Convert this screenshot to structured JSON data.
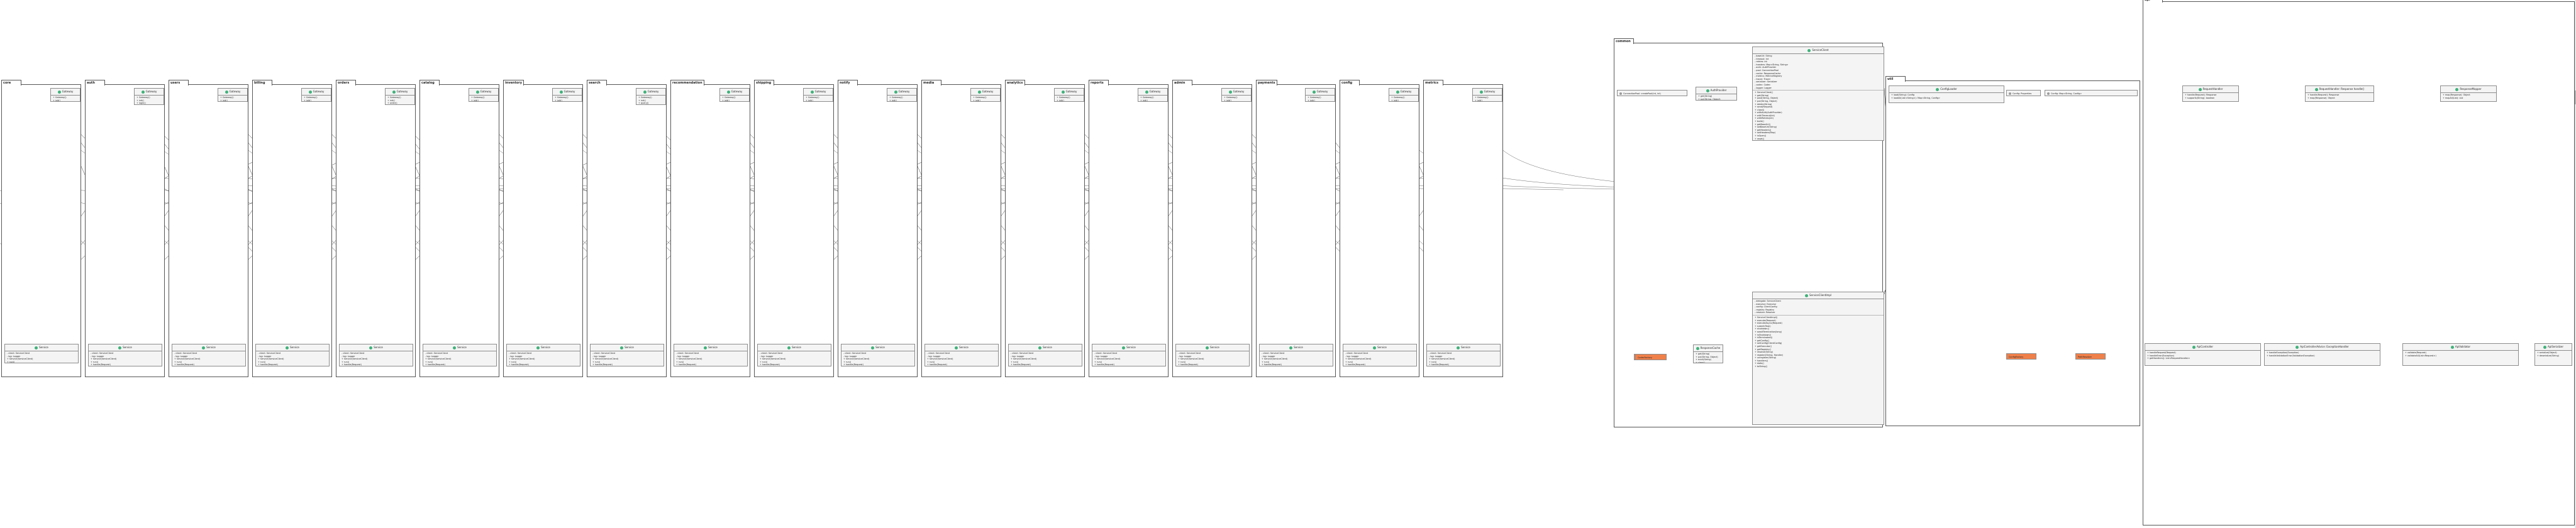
{
  "diagram": {
    "module_packages": [
      {
        "name": "core",
        "gateway": "Gateway",
        "gateway_lines": [
          "+ Gateway()",
          "+ init()"
        ],
        "service": "Service",
        "service_lines": [
          "- client: ServiceClient",
          "- log: Logger",
          "+ Service(ServiceClient)",
          "+ run()"
        ]
      },
      {
        "name": "auth",
        "gateway": "Gateway",
        "gateway_lines": [
          "+ Gateway()",
          "+ init()",
          "+ login()"
        ],
        "service": "Service",
        "service_lines": [
          "- client: ServiceClient",
          "- log: Logger",
          "+ Service(ServiceClient)",
          "+ run()",
          "+ handle(Request)"
        ]
      },
      {
        "name": "users",
        "gateway": "Gateway",
        "gateway_lines": [
          "+ Gateway()",
          "+ init()"
        ],
        "service": "Service",
        "service_lines": [
          "- client: ServiceClient",
          "- log: Logger",
          "+ Service(ServiceClient)",
          "+ run()",
          "+ handle(Request)"
        ]
      },
      {
        "name": "billing",
        "gateway": "Gateway",
        "gateway_lines": [
          "+ Gateway()",
          "+ init()"
        ],
        "service": "Service",
        "service_lines": [
          "- client: ServiceClient",
          "- log: Logger",
          "+ Service(ServiceClient)",
          "+ run()",
          "+ handle(Request)"
        ]
      },
      {
        "name": "orders",
        "gateway": "Gateway",
        "gateway_lines": [
          "+ Gateway()",
          "+ init()",
          "+ order()"
        ],
        "service": "Service",
        "service_lines": [
          "- client: ServiceClient",
          "- log: Logger",
          "+ Service(ServiceClient)",
          "+ run()",
          "+ handle(Request)"
        ]
      },
      {
        "name": "catalog",
        "gateway": "Gateway",
        "gateway_lines": [
          "+ Gateway()",
          "+ init()"
        ],
        "service": "Service",
        "service_lines": [
          "- client: ServiceClient",
          "- log: Logger",
          "+ Service(ServiceClient)",
          "+ run()",
          "+ handle(Request)"
        ]
      },
      {
        "name": "inventory",
        "gateway": "Gateway",
        "gateway_lines": [
          "+ Gateway()",
          "+ init()"
        ],
        "service": "Service",
        "service_lines": [
          "- client: ServiceClient",
          "- log: Logger",
          "+ Service(ServiceClient)",
          "+ run()",
          "+ handle(Request)"
        ]
      },
      {
        "name": "search",
        "gateway": "Gateway",
        "gateway_lines": [
          "+ Gateway()",
          "+ init()",
          "+ query()"
        ],
        "service": "Service",
        "service_lines": [
          "- client: ServiceClient",
          "- log: Logger",
          "+ Service(ServiceClient)",
          "+ run()",
          "+ handle(Request)"
        ]
      },
      {
        "name": "recommendation",
        "gateway": "Gateway",
        "gateway_lines": [
          "+ Gateway()",
          "+ init()"
        ],
        "service": "Service",
        "service_lines": [
          "- client: ServiceClient",
          "- log: Logger",
          "+ Service(ServiceClient)",
          "+ run()",
          "+ handle(Request)"
        ]
      },
      {
        "name": "shipping",
        "gateway": "Gateway",
        "gateway_lines": [
          "+ Gateway()",
          "+ init()"
        ],
        "service": "Service",
        "service_lines": [
          "- client: ServiceClient",
          "- log: Logger",
          "+ Service(ServiceClient)",
          "+ run()",
          "+ handle(Request)"
        ]
      },
      {
        "name": "notify",
        "gateway": "Gateway",
        "gateway_lines": [
          "+ Gateway()",
          "+ init()"
        ],
        "service": "Service",
        "service_lines": [
          "- client: ServiceClient",
          "- log: Logger",
          "+ Service(ServiceClient)",
          "+ run()",
          "+ handle(Request)"
        ]
      },
      {
        "name": "media",
        "gateway": "Gateway",
        "gateway_lines": [
          "+ Gateway()",
          "+ init()"
        ],
        "service": "Service",
        "service_lines": [
          "- client: ServiceClient",
          "- log: Logger",
          "+ Service(ServiceClient)",
          "+ run()",
          "+ handle(Request)"
        ]
      },
      {
        "name": "analytics",
        "gateway": "Gateway",
        "gateway_lines": [
          "+ Gateway()",
          "+ init()"
        ],
        "service": "Service",
        "service_lines": [
          "- client: ServiceClient",
          "- log: Logger",
          "+ Service(ServiceClient)",
          "+ run()",
          "+ handle(Request)"
        ]
      },
      {
        "name": "reports",
        "gateway": "Gateway",
        "gateway_lines": [
          "+ Gateway()",
          "+ init()"
        ],
        "service": "Service",
        "service_lines": [
          "- client: ServiceClient",
          "- log: Logger",
          "+ Service(ServiceClient)",
          "+ run()",
          "+ handle(Request)"
        ]
      },
      {
        "name": "admin",
        "gateway": "Gateway",
        "gateway_lines": [
          "+ Gateway()",
          "+ init()"
        ],
        "service": "Service",
        "service_lines": [
          "- client: ServiceClient",
          "- log: Logger",
          "+ Service(ServiceClient)",
          "+ run()",
          "+ handle(Request)"
        ]
      },
      {
        "name": "payments",
        "gateway": "Gateway",
        "gateway_lines": [
          "+ Gateway()",
          "+ init()"
        ],
        "service": "Service",
        "service_lines": [
          "- client: ServiceClient",
          "- log: Logger",
          "+ Service(ServiceClient)",
          "+ run()",
          "+ handle(Request)"
        ]
      },
      {
        "name": "config",
        "gateway": "Gateway",
        "gateway_lines": [
          "+ Gateway()",
          "+ init()"
        ],
        "service": "Service",
        "service_lines": [
          "- client: ServiceClient",
          "- log: Logger",
          "+ Service(ServiceClient)",
          "+ run()",
          "+ handle(Request)"
        ]
      },
      {
        "name": "metrics",
        "gateway": "Gateway",
        "gateway_lines": [
          "+ Gateway()",
          "+ init()"
        ],
        "service": "Service",
        "service_lines": [
          "- client: ServiceClient",
          "- log: Logger",
          "+ Service(ServiceClient)",
          "+ run()",
          "+ handle(Request)"
        ]
      }
    ],
    "common_package": {
      "name": "common",
      "hub_class": "ServiceClient",
      "hub_lines": [
        "- baseUrl: String",
        "- timeout: int",
        "- retries: int",
        "- headers: Map<String, String>",
        "- auth: AuthProvider",
        "- pool: ConnectionPool",
        "- cache: ResponseCache",
        "- metrics: MetricsRegistry",
        "- tracer: Tracer",
        "- serializer: Serializer",
        "- codec: Codec",
        "- logger: Logger",
        "+ ServiceClient()",
        "+ get(String)",
        "+ post(String, Object)",
        "+ put(String, Object)",
        "+ delete(String)",
        "+ send(Request)",
        "+ close()",
        "+ withAuth(AuthProvider)",
        "+ withTimeout(int)",
        "+ withRetries(int)",
        "+ build()",
        "+ getBaseUrl()",
        "+ setBaseUrl(String)",
        "+ getHeaders()",
        "+ setHeaders(Map)",
        "+ isOpen()",
        "+ reset()",
        "+ ping()"
      ],
      "impl_class": "ServiceClientImpl",
      "impl_lines": [
        "- delegate: ServiceClient",
        "- executor: Executor",
        "- config: ClientConfig",
        "- registry: Registry",
        "- resolver: Resolver",
        "+ ServiceClientImpl()",
        "+ execute(Request)",
        "+ executeAsync(Request)",
        "+ submit(Task)",
        "+ shutdown()",
        "+ awaitTermination(long)",
        "+ isShutdown()",
        "+ isTerminated()",
        "+ getConfig()",
        "+ setConfig(ClientConfig)",
        "+ getExecutor()",
        "+ getRegistry()",
        "+ resolve(String)",
        "+ register(String, Handler)",
        "+ unregister(String)",
        "+ handlers()",
        "+ stats()",
        "+ toString()"
      ],
      "small_nodes": [
        {
          "label": "ConnectionPool: createPool(int, int)",
          "kind": "interface"
        },
        {
          "label": "AuthProvider",
          "kind": "class"
        },
        {
          "label": "ResponseCache",
          "kind": "class"
        }
      ],
      "small_lines": [
        "+ get(String)",
        "+ put(String, Object)",
        "+ evict(String)",
        "+ clear()"
      ],
      "externals": [
        "SerializerFactory",
        "CodecFactory"
      ]
    },
    "util_package": {
      "name": "util",
      "loader_class": "ConfigLoader",
      "loader_lines": [
        "+ load(String): Config",
        "+ loadAll(List<String>): Map<String, Config>"
      ],
      "nodes": [
        "Config: Properties",
        "Config: Map<String, Config>"
      ],
      "externals": [
        "ConfigFactory",
        "PathResolver"
      ]
    },
    "api_package": {
      "name": "api",
      "top_classes": [
        "RequestHandler",
        "RequestHandler: Response handle()",
        "ResponseMapper"
      ],
      "top_lines": [
        [
          "+ handle(Request): Response",
          "+ supports(String): boolean"
        ],
        [
          "+ handle(Request): Response",
          "+ map(Response): Object"
        ],
        [
          "+ map(Response): Object",
          "+ mapAll(List): List"
        ]
      ],
      "bottom_classes": [
        "ApiController",
        "ApiControllerAdvice: ExceptionHandler",
        "ApiValidator",
        "ApiSerializer"
      ],
      "bottom_lines": [
        [
          "+ handleRequest(Request)",
          "+ handleError(Exception)",
          "+ getHandlers(): List<RequestHandler>"
        ],
        [
          "+ handleException(Exception)",
          "+ handleValidationError(ValidationException)"
        ],
        [
          "+ validate(Request)",
          "+ validateAll(List<Request>)"
        ],
        [
          "+ serialize(Object)",
          "+ deserialize(String)"
        ]
      ]
    }
  }
}
